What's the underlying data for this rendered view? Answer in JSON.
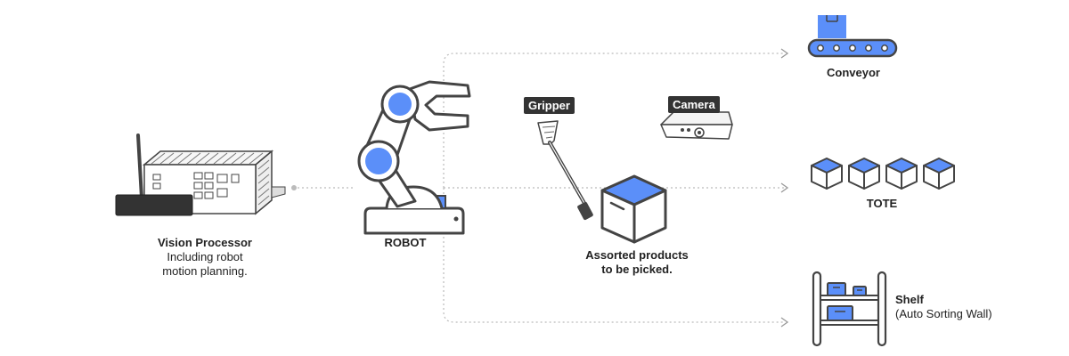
{
  "colors": {
    "accent": "#5b8ff9",
    "stroke": "#444444",
    "connector": "#bbbbbb"
  },
  "nodes": {
    "vision_processor": {
      "title": "Vision Processor",
      "desc_line1": "Including robot",
      "desc_line2": "motion planning.",
      "icon": "industrial-pc-icon"
    },
    "robot": {
      "title": "ROBOT",
      "icon": "robot-arm-icon"
    },
    "gripper": {
      "tag": "Gripper",
      "icon": "suction-gripper-icon"
    },
    "camera": {
      "tag": "Camera",
      "icon": "3d-camera-icon"
    },
    "products": {
      "line1": "Assorted products",
      "line2": "to be picked.",
      "icon": "box-icon"
    },
    "conveyor": {
      "title": "Conveyor",
      "icon": "conveyor-icon"
    },
    "tote": {
      "title": "TOTE",
      "icon": "tote-icon"
    },
    "shelf": {
      "title": "Shelf",
      "subtitle": "(Auto Sorting Wall)",
      "icon": "shelf-icon"
    }
  }
}
